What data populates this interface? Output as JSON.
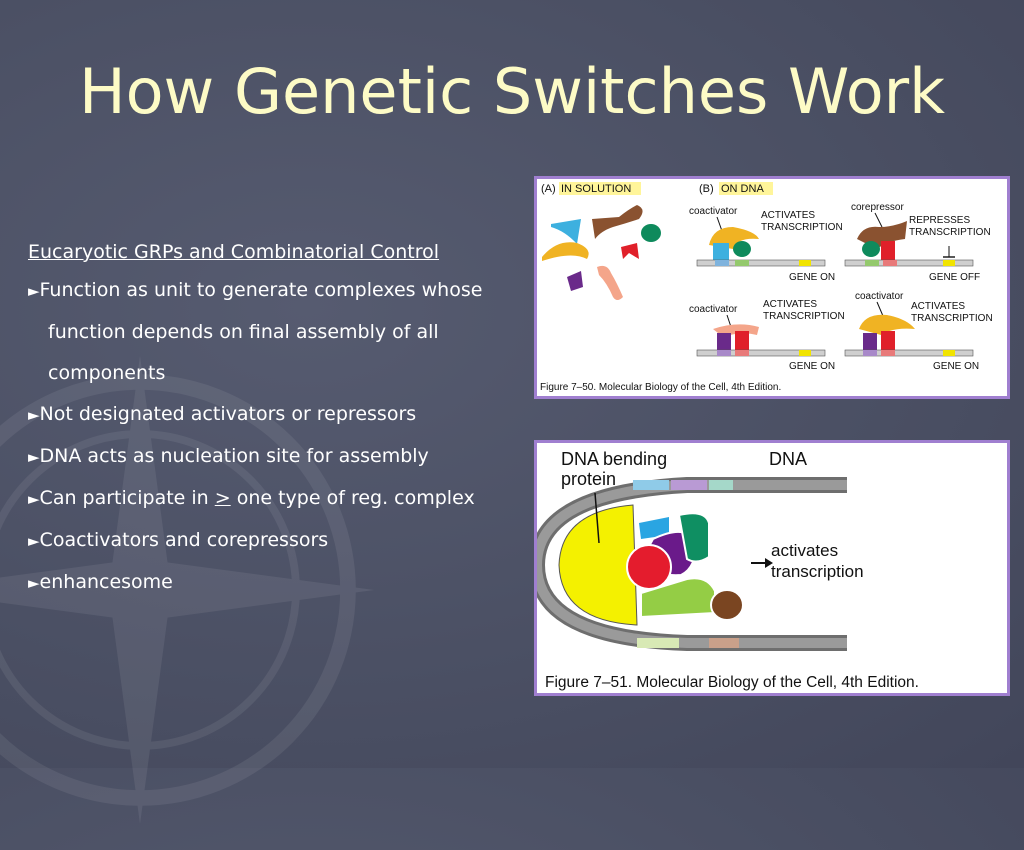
{
  "slide": {
    "title": "How Genetic Switches Work",
    "subtitle": "Eucaryotic GRPs and Combinatorial Control",
    "bullets": [
      {
        "line1": "Function as unit to generate complexes whose",
        "line2": "function depends on final assembly of all",
        "line3": "components"
      },
      {
        "text": "Not designated activators or repressors"
      },
      {
        "text": "DNA acts as nucleation site for assembly"
      },
      {
        "text_before": "Can participate in ",
        "gt": ">",
        "text_after": " one type of reg. complex"
      },
      {
        "text": "Coactivators and corepressors"
      },
      {
        "text": "enhancesome"
      }
    ],
    "bullet_glyph": "►"
  },
  "figure1": {
    "panel_a_letter": "(A)",
    "panel_a_label": "IN SOLUTION",
    "panel_b_letter": "(B)",
    "panel_b_label": "ON DNA",
    "coactivator": "coactivator",
    "corepressor": "corepressor",
    "activates1": "ACTIVATES",
    "transcription": "TRANSCRIPTION",
    "represses": "REPRESSES",
    "gene_on": "GENE ON",
    "gene_off": "GENE OFF",
    "caption": "Figure 7–50. Molecular Biology of the Cell, 4th Edition."
  },
  "figure2": {
    "dna_bending": "DNA bending",
    "protein": "protein",
    "dna": "DNA",
    "activates": "activates",
    "transcription": "transcription",
    "caption": "Figure 7–51. Molecular Biology of the Cell, 4th Edition."
  },
  "colors": {
    "title": "#fdfbc6",
    "background": "#4b5064",
    "panel_border": "#a07fd0",
    "highlight": "#fff59a"
  }
}
